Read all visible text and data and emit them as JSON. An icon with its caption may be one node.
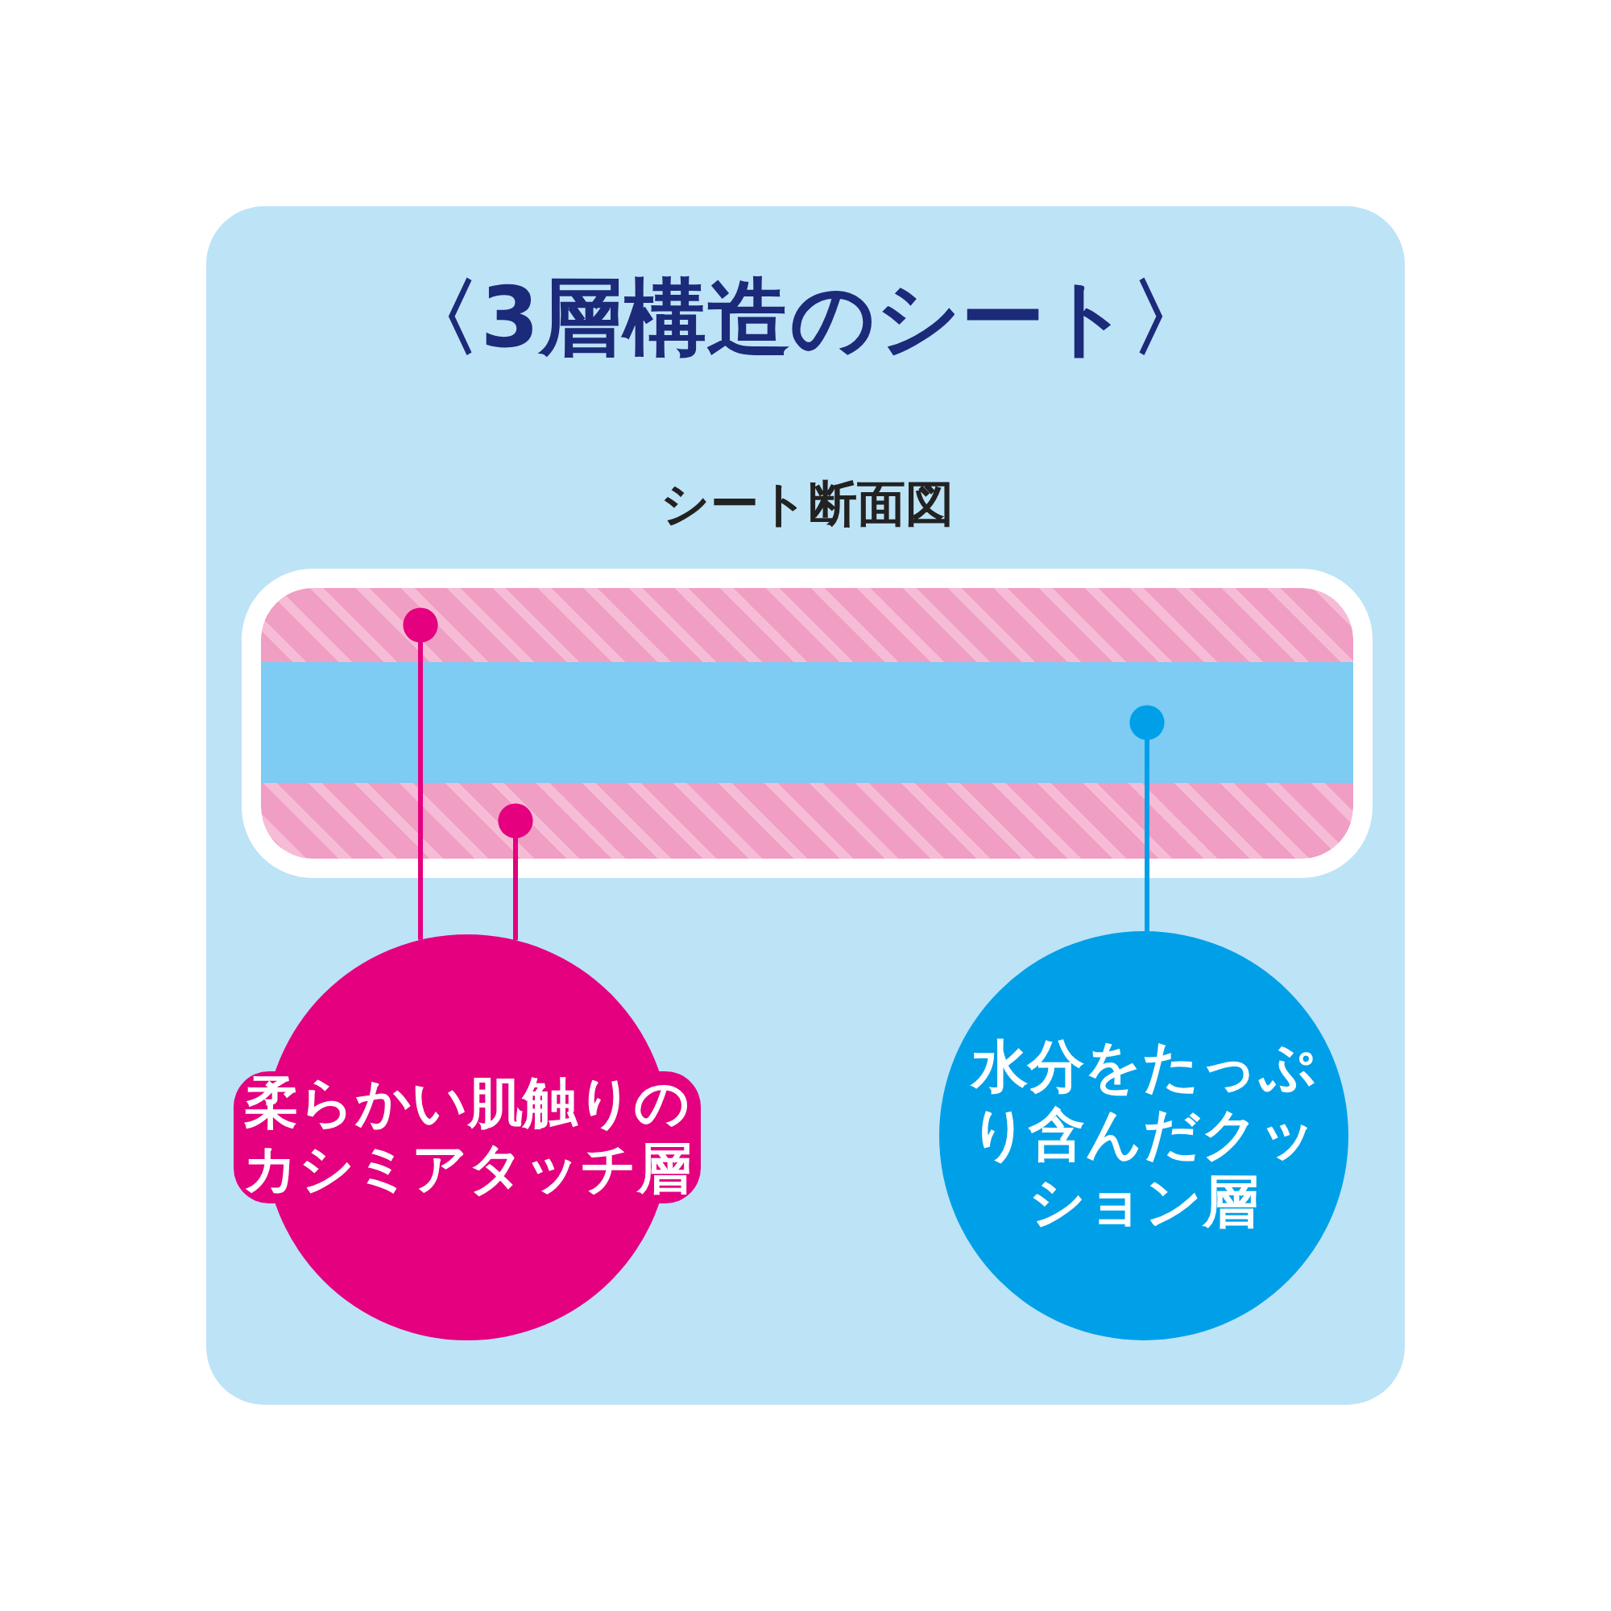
{
  "diagram": {
    "title": "〈3層構造のシート〉",
    "nodes": [
      {
        "text": [
          "シート断面図"
        ]
      },
      {
        "text": [],
        "shape": "bar",
        "in": 0
      },
      {
        "text": [],
        "shape": "bar",
        "in": 0
      },
      {
        "text": [],
        "shape": "bar",
        "in": 0
      },
      {
        "text": [
          "柔らかい肌触りのカシミアタッチ層"
        ]
      },
      {
        "text": [
          "水分をたっぷり含んだクッション層"
        ]
      }
    ],
    "edges": [
      {
        "from": 4,
        "to": 1,
        "arrow": "other"
      },
      {
        "from": 4,
        "to": 3,
        "arrow": "other"
      },
      {
        "from": 5,
        "to": 2,
        "arrow": "other",
        "color": "#00a0e9"
      }
    ]
  }
}
